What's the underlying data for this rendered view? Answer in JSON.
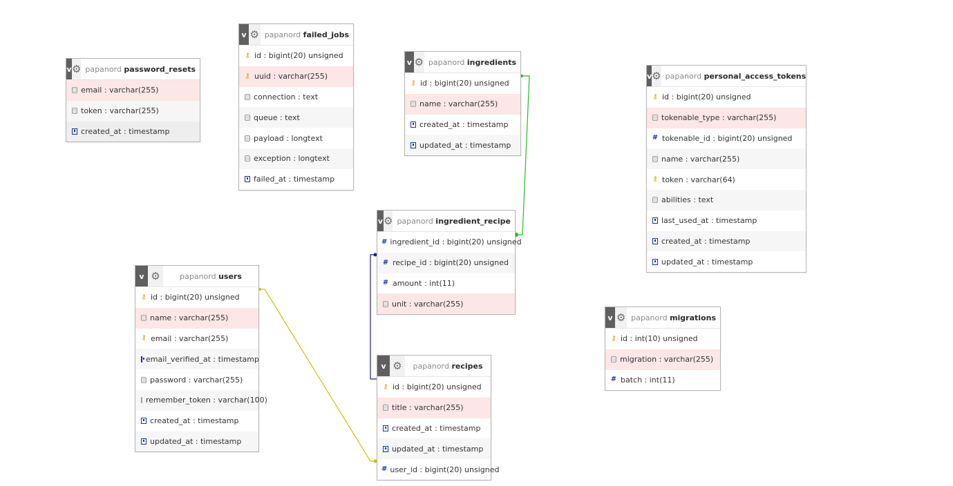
{
  "schema": "papanord",
  "tables": [
    {
      "name": "password_resets",
      "columns": [
        {
          "text": "email : varchar(255)",
          "icon": "text-icon"
        },
        {
          "text": "token : varchar(255)",
          "icon": "text-icon"
        },
        {
          "text": "created_at : timestamp",
          "icon": "timestamp-icon"
        }
      ]
    },
    {
      "name": "failed_jobs",
      "columns": [
        {
          "text": "id : bigint(20) unsigned",
          "icon": "key-icon"
        },
        {
          "text": "uuid : varchar(255)",
          "icon": "key-icon"
        },
        {
          "text": "connection : text",
          "icon": "text-icon"
        },
        {
          "text": "queue : text",
          "icon": "text-icon"
        },
        {
          "text": "payload : longtext",
          "icon": "text-icon"
        },
        {
          "text": "exception : longtext",
          "icon": "text-icon"
        },
        {
          "text": "failed_at : timestamp",
          "icon": "timestamp-icon"
        }
      ]
    },
    {
      "name": "ingredients",
      "columns": [
        {
          "text": "id : bigint(20) unsigned",
          "icon": "key-icon"
        },
        {
          "text": "name : varchar(255)",
          "icon": "text-icon"
        },
        {
          "text": "created_at : timestamp",
          "icon": "timestamp-icon"
        },
        {
          "text": "updated_at : timestamp",
          "icon": "timestamp-icon"
        }
      ]
    },
    {
      "name": "personal_access_tokens",
      "columns": [
        {
          "text": "id : bigint(20) unsigned",
          "icon": "key-icon"
        },
        {
          "text": "tokenable_type : varchar(255)",
          "icon": "text-icon"
        },
        {
          "text": "tokenable_id : bigint(20) unsigned",
          "icon": "number-icon"
        },
        {
          "text": "name : varchar(255)",
          "icon": "text-icon"
        },
        {
          "text": "token : varchar(64)",
          "icon": "key-icon"
        },
        {
          "text": "abilities : text",
          "icon": "text-icon"
        },
        {
          "text": "last_used_at : timestamp",
          "icon": "timestamp-icon"
        },
        {
          "text": "created_at : timestamp",
          "icon": "timestamp-icon"
        },
        {
          "text": "updated_at : timestamp",
          "icon": "timestamp-icon"
        }
      ]
    },
    {
      "name": "ingredient_recipe",
      "columns": [
        {
          "text": "ingredient_id : bigint(20) unsigned",
          "icon": "number-icon"
        },
        {
          "text": "recipe_id : bigint(20) unsigned",
          "icon": "number-icon"
        },
        {
          "text": "amount : int(11)",
          "icon": "number-icon"
        },
        {
          "text": "unit : varchar(255)",
          "icon": "text-icon"
        }
      ]
    },
    {
      "name": "users",
      "columns": [
        {
          "text": "id : bigint(20) unsigned",
          "icon": "key-icon"
        },
        {
          "text": "name : varchar(255)",
          "icon": "text-icon"
        },
        {
          "text": "email : varchar(255)",
          "icon": "key-icon"
        },
        {
          "text": "email_verified_at : timestamp",
          "icon": "timestamp-icon"
        },
        {
          "text": "password : varchar(255)",
          "icon": "text-icon"
        },
        {
          "text": "remember_token : varchar(100)",
          "icon": "text-icon"
        },
        {
          "text": "created_at : timestamp",
          "icon": "timestamp-icon"
        },
        {
          "text": "updated_at : timestamp",
          "icon": "timestamp-icon"
        }
      ]
    },
    {
      "name": "migrations",
      "columns": [
        {
          "text": "id : int(10) unsigned",
          "icon": "key-icon"
        },
        {
          "text": "migration : varchar(255)",
          "icon": "text-icon"
        },
        {
          "text": "batch : int(11)",
          "icon": "number-icon"
        }
      ]
    },
    {
      "name": "recipes",
      "columns": [
        {
          "text": "id : bigint(20) unsigned",
          "icon": "key-icon"
        },
        {
          "text": "title : varchar(255)",
          "icon": "text-icon"
        },
        {
          "text": "created_at : timestamp",
          "icon": "timestamp-icon"
        },
        {
          "text": "updated_at : timestamp",
          "icon": "timestamp-icon"
        },
        {
          "text": "user_id : bigint(20) unsigned",
          "icon": "number-icon"
        }
      ]
    }
  ],
  "toggle_label": "v",
  "relation_colors": {
    "ingredients": "#22bb22",
    "recipes": "#1a1aa0",
    "users": "#c8c800"
  }
}
